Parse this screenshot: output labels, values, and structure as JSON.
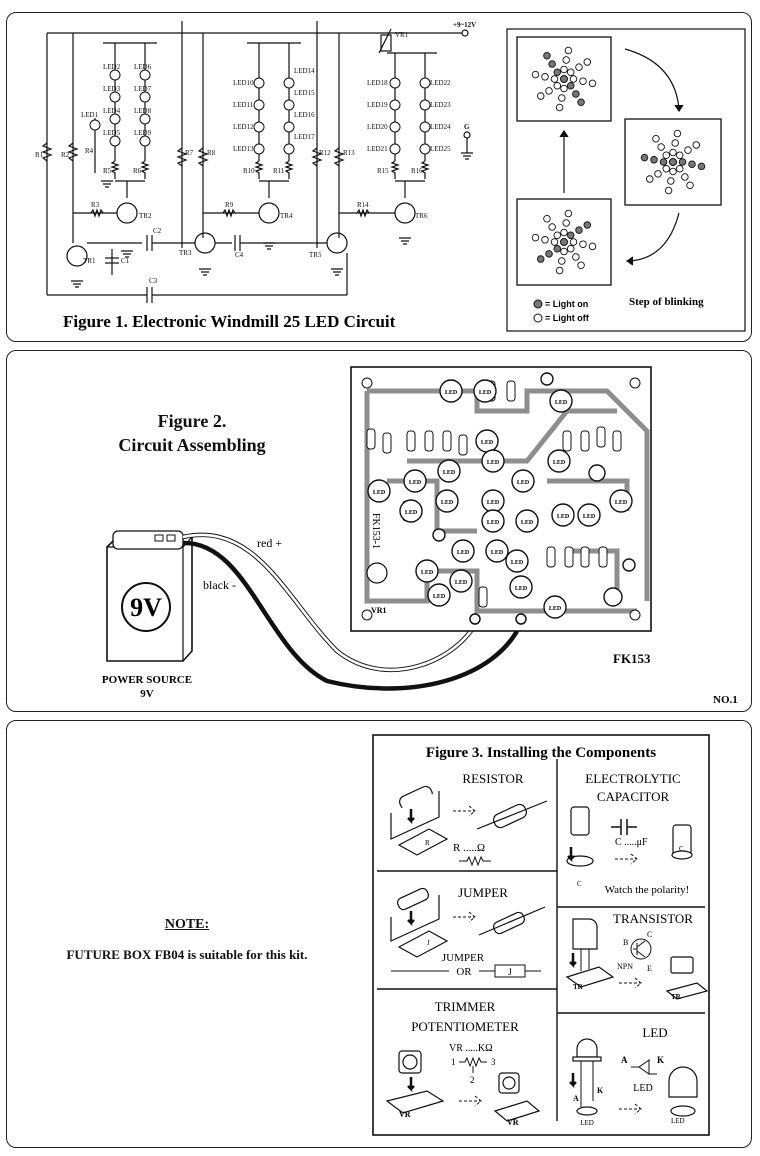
{
  "figure1": {
    "caption": "Figure 1. Electronic Windmill 25 LED Circuit",
    "supply": "+9~12V",
    "ground": "G",
    "vr": "VR1",
    "resistors": [
      "R1",
      "R2",
      "R3",
      "R4",
      "R5",
      "R6",
      "R7",
      "R8",
      "R9",
      "R10",
      "R11",
      "R12",
      "R13",
      "R14",
      "R15",
      "R16"
    ],
    "transistors": [
      "TR1",
      "TR2",
      "TR3",
      "TR4",
      "TR5",
      "TR6"
    ],
    "capacitors": [
      "C1",
      "C2",
      "C3",
      "C4"
    ],
    "led_col1a": [
      "LED2",
      "LED3",
      "LED4",
      "LED5"
    ],
    "led_col1b": [
      "LED6",
      "LED7",
      "LED8",
      "LED9"
    ],
    "led_single": "LED1",
    "led_col2a": [
      "LED10",
      "LED11",
      "LED12",
      "LED13"
    ],
    "led_col2b": [
      "LED14",
      "LED15",
      "LED16",
      "LED17"
    ],
    "led_col3a": [
      "LED18",
      "LED19",
      "LED20",
      "LED21"
    ],
    "led_col3b": [
      "LED22",
      "LED23",
      "LED24",
      "LED25"
    ],
    "legend_on": "= Light on",
    "legend_off": "= Light off",
    "step_label": "Step of blinking"
  },
  "figure2": {
    "title_line1": "Figure 2.",
    "title_line2": "Circuit Assembling",
    "battery_label": "9V",
    "power_line1": "POWER SOURCE",
    "power_line2": "9V",
    "wire_red": "red +",
    "wire_black": "black -",
    "board_name": "FK153",
    "board_text": "FK153-1",
    "vr_label": "VR1",
    "page_no": "NO.1",
    "led_mark": "LED"
  },
  "figure3": {
    "title": "Figure 3. Installing the Components",
    "resistor": "RESISTOR",
    "resistor_value": "R .....Ω",
    "capacitor_line1": "ELECTROLYTIC",
    "capacitor_line2": "CAPACITOR",
    "capacitor_value": "C .....μF",
    "polarity_note": "Watch the polarity!",
    "jumper": "JUMPER",
    "jumper_label": "JUMPER",
    "jumper_or": "OR",
    "jumper_mark": "J",
    "transistor": "TRANSISTOR",
    "npn": "NPN",
    "pin_b": "B",
    "pin_c": "C",
    "pin_e": "E",
    "tr_mark": "TR",
    "trimmer_line1": "TRIMMER",
    "trimmer_line2": "POTENTIOMETER",
    "trimmer_value": "VR .....KΩ",
    "pin1": "1",
    "pin2": "2",
    "pin3": "3",
    "vr_mark": "VR",
    "led": "LED",
    "led_label": "LED",
    "led_a": "A",
    "led_k": "K",
    "r_mark": "R",
    "c_mark": "C"
  },
  "note": {
    "heading": "NOTE:",
    "text": "FUTURE BOX FB04 is suitable for this kit."
  }
}
